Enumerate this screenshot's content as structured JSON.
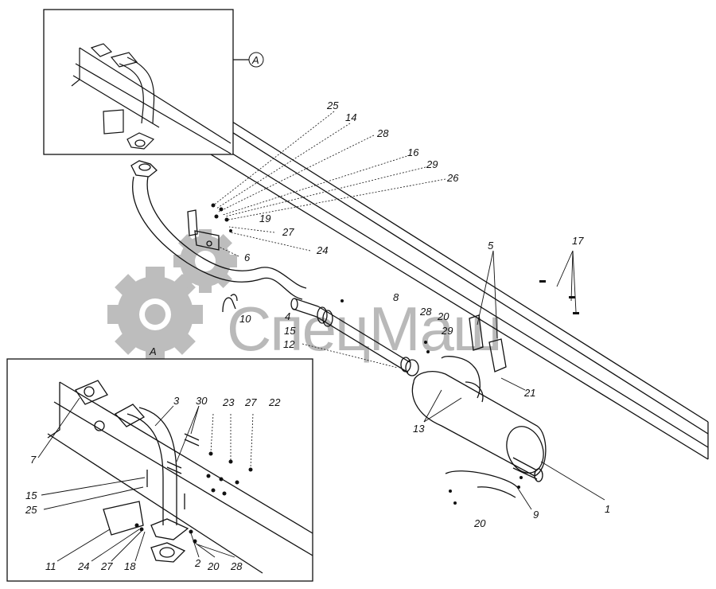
{
  "diagram": {
    "inset_top_callout": "A",
    "inset_bottom_title": "A",
    "watermark_text": "СпецМаш",
    "colors": {
      "line": "#111111",
      "watermark": "#b9b9b9",
      "background": "#ffffff"
    },
    "main_labels": {
      "l25": "25",
      "l14": "14",
      "l28a": "28",
      "l16": "16",
      "l29a": "29",
      "l26": "26",
      "l19": "19",
      "l27a": "27",
      "l24a": "24",
      "l6": "6",
      "l10": "10",
      "l4": "4",
      "l15a": "15",
      "l12": "12",
      "l8": "8",
      "l28b": "28",
      "l20a": "20",
      "l29b": "29",
      "l5": "5",
      "l17": "17",
      "l21": "21",
      "l13": "13",
      "l1": "1",
      "l9": "9",
      "l20b": "20"
    },
    "inset_labels": {
      "l3": "3",
      "l30": "30",
      "l23": "23",
      "l27": "27",
      "l22": "22",
      "l7": "7",
      "l15": "15",
      "l25": "25",
      "l11": "11",
      "l24": "24",
      "l27b": "27",
      "l18": "18",
      "l2": "2",
      "l20": "20",
      "l28": "28"
    }
  }
}
